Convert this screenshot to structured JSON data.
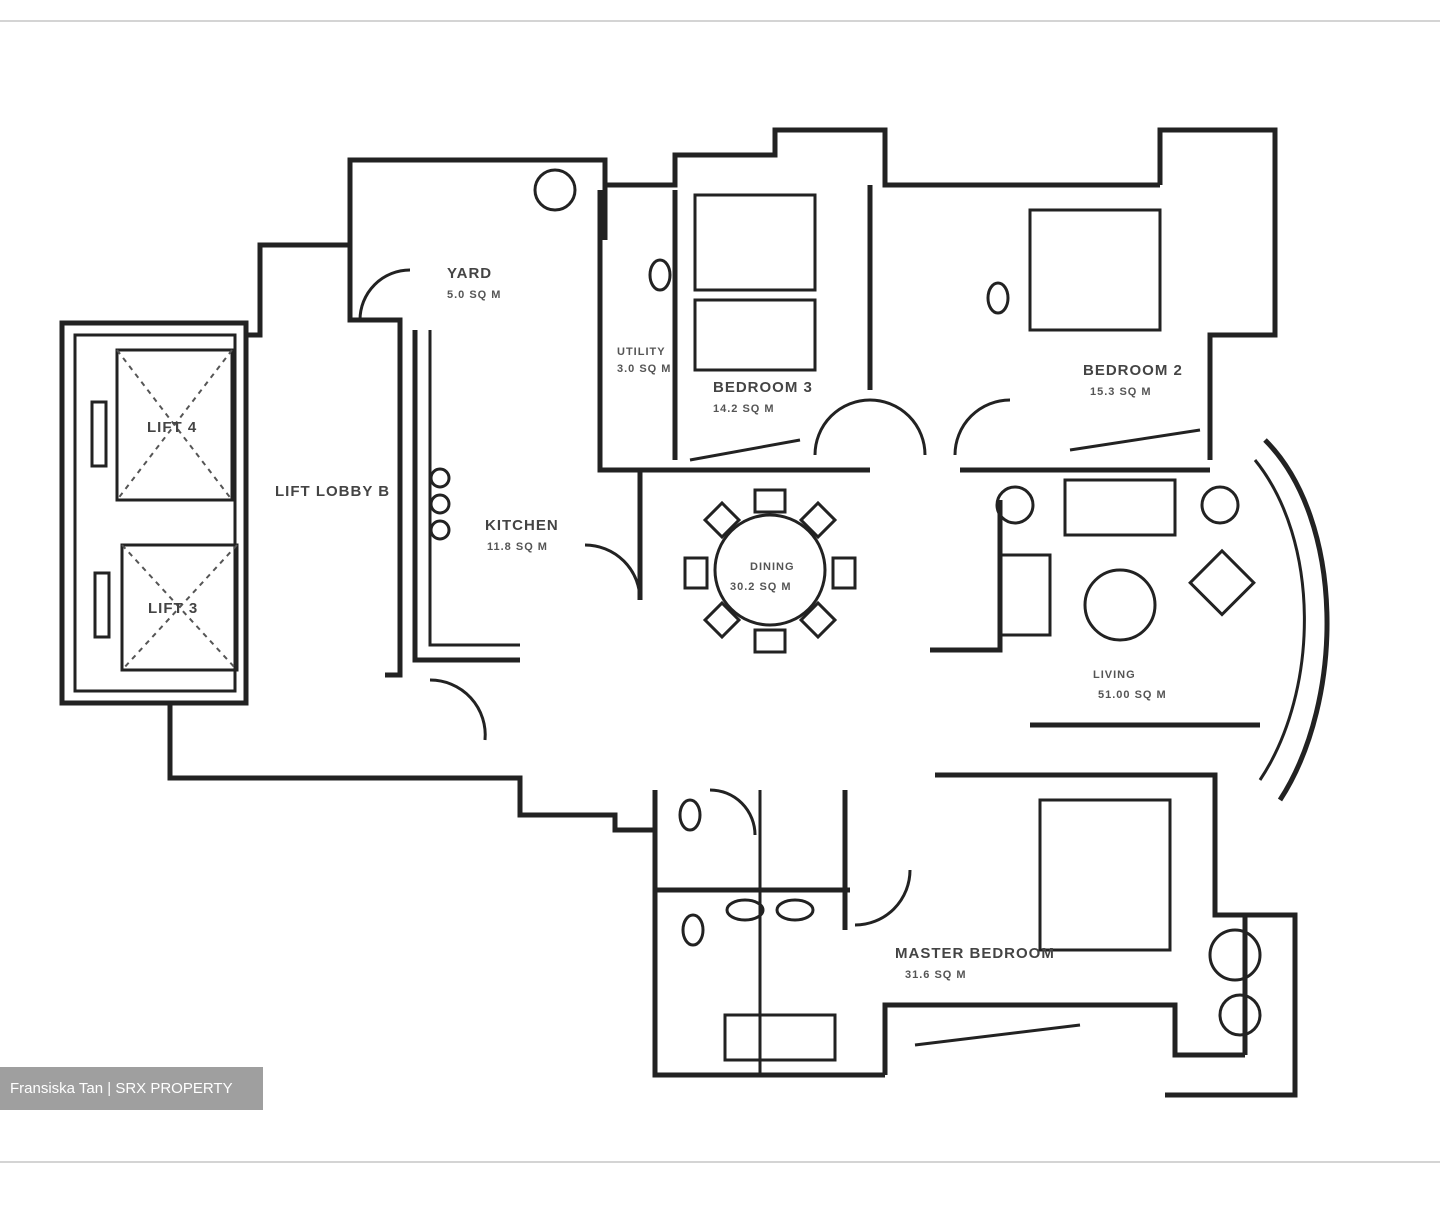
{
  "plan": {
    "rooms": {
      "yard": {
        "name": "YARD",
        "area": "5.0 SQ M"
      },
      "utility": {
        "name": "UTILITY",
        "area": "3.0 SQ M"
      },
      "bedroom3": {
        "name": "BEDROOM 3",
        "area": "14.2 SQ M"
      },
      "bedroom2": {
        "name": "BEDROOM 2",
        "area": "15.3 SQ M"
      },
      "lift4": {
        "name": "LIFT 4"
      },
      "lift3": {
        "name": "LIFT 3"
      },
      "lift_lobby": {
        "name": "LIFT LOBBY B"
      },
      "kitchen": {
        "name": "KITCHEN",
        "area": "11.8 SQ M"
      },
      "dining": {
        "name": "DINING",
        "area": "30.2 SQ M"
      },
      "living": {
        "name": "LIVING",
        "area": "51.00 SQ M"
      },
      "master": {
        "name": "MASTER BEDROOM",
        "area": "31.6 SQ M"
      }
    }
  },
  "watermark": {
    "text": "Fransiska Tan | SRX PROPERTY"
  },
  "colors": {
    "line": "#222222",
    "background": "#ffffff",
    "watermark_bg": "#9a9a9a"
  }
}
